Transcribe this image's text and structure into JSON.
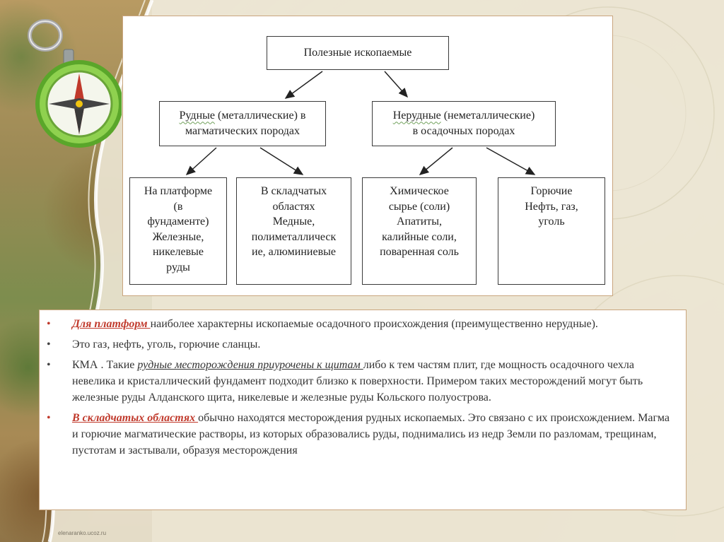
{
  "diagram": {
    "top": "Полезные ископаемые",
    "ore_line1": "Рудные",
    "ore_line1_rest": " (металлические) в",
    "ore_line2": "магматических породах",
    "nonore_line1": "Нерудные",
    "nonore_line1_rest": " (неметаллические)",
    "nonore_line2": "в осадочных породах",
    "platform_lines": [
      "На платформе",
      "(в",
      "фундаменте)",
      "Железные,",
      "никелевые",
      "руды"
    ],
    "folded_lines": [
      "В складчатых",
      "областях",
      "Медные,",
      "полиметаллическ",
      "ие, алюминиевые"
    ],
    "chemical_lines": [
      "Химическое",
      "сырье (соли)",
      "Апатиты,",
      "калийные соли,",
      "поваренная соль"
    ],
    "fuel_lines": [
      "Горючие",
      "Нефть, газ,",
      "уголь"
    ]
  },
  "bullets": {
    "b1_highlight": "Для платформ ",
    "b1_text": "наиболее характерны ископаемые осадочного происхождения (преимущественно нерудные).",
    "b2_text": "Это газ, нефть, уголь, горючие сланцы.",
    "b3_lead": " КМА . Такие ",
    "b3_italic": "рудные месторождения приурочены к щитам ",
    "b3_text": "либо к тем частям плит, где мощность осадочного чехла невелика и кристаллический фундамент подходит близко к поверхности. Примером таких месторождений могут быть железные руды Алданского щита, никелевые и железные руды Кольского полуострова.",
    "b4_highlight": "В складчатых областях ",
    "b4_text": "обычно находятся месторождения рудных ископаемых. Это связано с их происхождением. Магма и горючие магматические растворы, из которых образовались руды, поднимались из недр Земли по разломам, трещинам, пустотам и застывали, образуя месторождения"
  },
  "bullet_symbol": "•",
  "footer": "elenaranko.ucoz.ru",
  "colors": {
    "accent_red": "#c0392b",
    "panel_border": "#c9a57e",
    "compass_green": "#7cc03f"
  }
}
